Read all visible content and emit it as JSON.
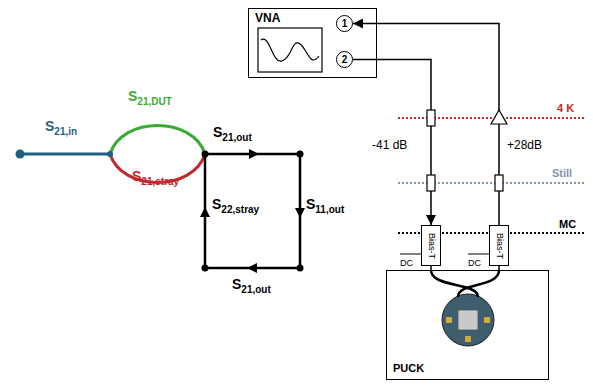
{
  "diagram": {
    "nodes": [
      {
        "text": [
          "VNA"
        ]
      },
      {
        "text": [
          "1"
        ],
        "in": 0
      },
      {
        "text": [
          "2"
        ],
        "in": 0
      },
      {
        "text": [
          "Bias-T"
        ]
      },
      {
        "text": [
          "Bias-T"
        ]
      },
      {
        "text": [
          "PUCK"
        ]
      }
    ],
    "edges": [
      {
        "from": 2,
        "to": 3,
        "arrow": "to"
      },
      {
        "from": 4,
        "to": 1,
        "arrow": "to"
      },
      {
        "from": 3,
        "to": 5,
        "arrow": "none"
      },
      {
        "from": 4,
        "to": 5,
        "arrow": "none"
      }
    ],
    "labels": [
      "S21,in",
      "S21,DUT",
      "S21,stray",
      "S21,out",
      "S22,stray",
      "S11,out",
      "S21,out",
      "4 K",
      "-41 dB",
      "+28dB",
      "Still",
      "MC",
      "DC",
      "DC"
    ]
  }
}
